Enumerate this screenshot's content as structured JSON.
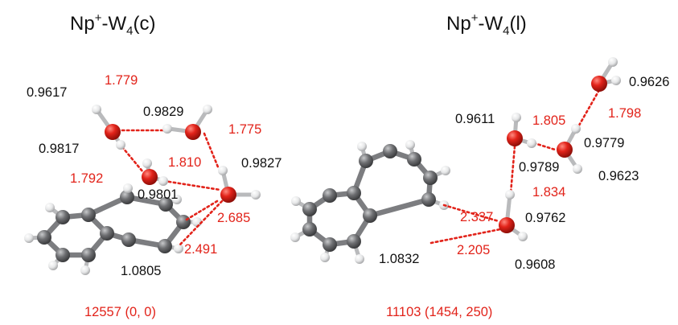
{
  "panels": [
    {
      "title_base": "Np",
      "title_sup": "+",
      "title_mid": "-W",
      "title_sub": "4",
      "title_end": "(c)",
      "caption": "12557 (0, 0)",
      "labels_black": [
        "0.9617",
        "0.9829",
        "0.9817",
        "0.9827",
        "0.9801",
        "1.0805"
      ],
      "labels_red": [
        "1.779",
        "1.775",
        "1.810",
        "1.792",
        "2.685",
        "2.491"
      ]
    },
    {
      "title_base": "Np",
      "title_sup": "+",
      "title_mid": "-W",
      "title_sub": "4",
      "title_end": "(l)",
      "caption": "11103 (1454, 250)",
      "labels_black": [
        "0.9626",
        "0.9611",
        "0.9779",
        "0.9789",
        "0.9623",
        "0.9762",
        "1.0832",
        "0.9608"
      ],
      "labels_red": [
        "1.805",
        "1.798",
        "1.834",
        "2.337",
        "2.205"
      ]
    }
  ],
  "colors": {
    "oxygen": "#e2231a",
    "carbon": "#6e6f72",
    "hydrogen": "#e6e7e8",
    "hbond": "#e2231a",
    "label_red": "#e2231a",
    "label_black": "#111111"
  }
}
